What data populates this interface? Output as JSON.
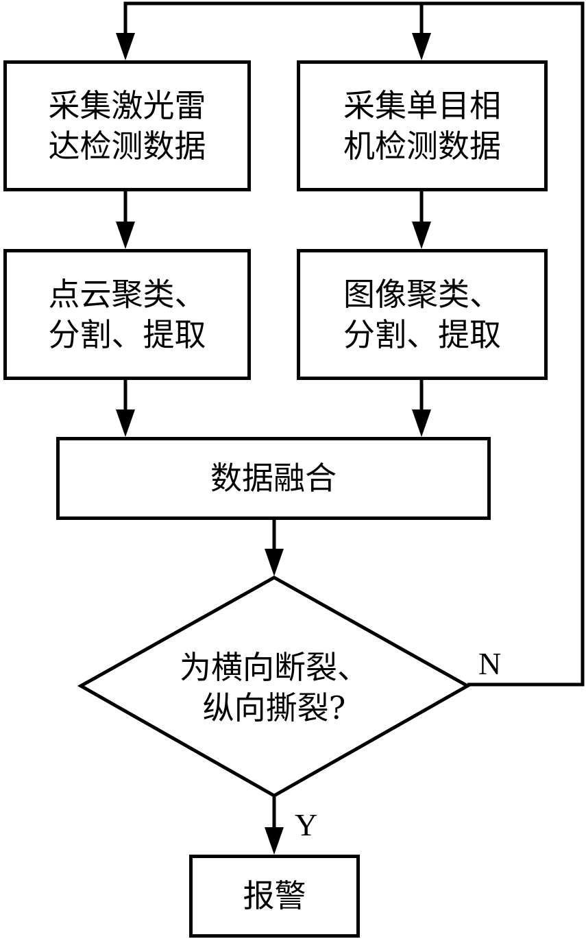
{
  "nodes": {
    "lidar_collect": {
      "lines": [
        "采集激光雷",
        "达检测数据"
      ]
    },
    "camera_collect": {
      "lines": [
        "采集单目相",
        "机检测数据"
      ]
    },
    "pointcloud_process": {
      "lines": [
        "点云聚类、",
        "分割、提取"
      ]
    },
    "image_process": {
      "lines": [
        "图像聚类、",
        "分割、提取"
      ]
    },
    "fusion": {
      "label": "数据融合"
    },
    "decision": {
      "lines": [
        "为横向断裂、",
        "纵向撕裂?"
      ]
    },
    "alarm": {
      "label": "报警"
    }
  },
  "edges": {
    "no_label": "N",
    "yes_label": "Y"
  },
  "colors": {
    "stroke": "#000000",
    "background": "#ffffff"
  }
}
